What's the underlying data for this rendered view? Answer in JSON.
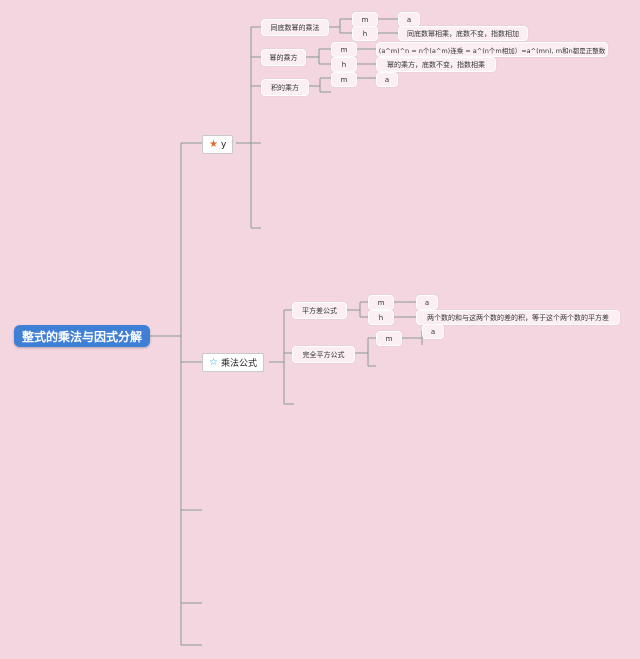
{
  "root": "整式的乘法与因式分解",
  "branches": {
    "power": {
      "label": "y",
      "icon": "star-filled-icon",
      "icon_color": "#e06c2c",
      "topics": {
        "same_base": {
          "label": "同底数幂的乘法",
          "m": "m",
          "a": "a",
          "h": "h",
          "desc": "同底数幂相乘，底数不变，指数相加"
        },
        "power_of_power": {
          "label": "幂的乘方",
          "m": "m",
          "formula": "(a^m)^n = n个(a^m)连乘 = a^(n个m相加）=a^(mn), m和n都是正整数",
          "h": "h",
          "desc": "幂的乘方，底数不变，指数相乘"
        },
        "product_power": {
          "label": "积的乘方",
          "m": "m",
          "a": "a"
        }
      }
    },
    "formulas": {
      "label": "乘法公式",
      "icon": "star-outline-icon",
      "icon_color": "#1aa3e0",
      "topics": {
        "diff_squares": {
          "label": "平方差公式",
          "m": "m",
          "a": "a",
          "h": "h",
          "desc": "两个数的和与这两个数的差的积，等于这个两个数的平方差"
        },
        "perfect_square": {
          "label": "完全平方公式",
          "m": "m",
          "a": "a"
        }
      }
    }
  }
}
